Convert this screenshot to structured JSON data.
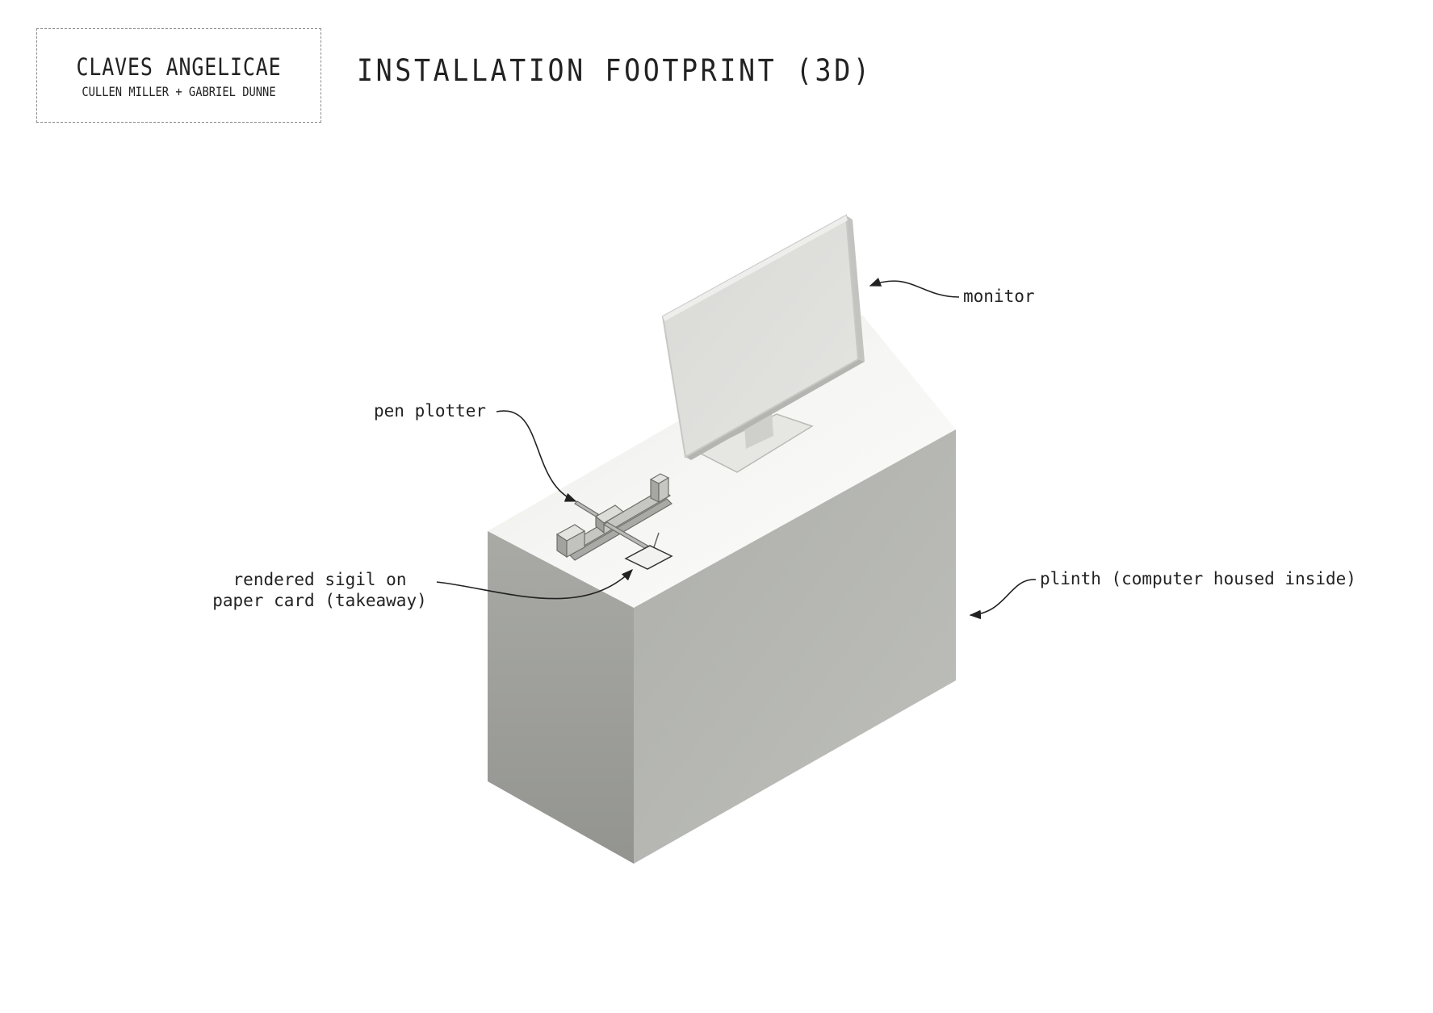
{
  "title_block": {
    "project": "CLAVES ANGELICAE",
    "authors": "CULLEN MILLER + GABRIEL DUNNE"
  },
  "sheet_title": "INSTALLATION FOOTPRINT (3D)",
  "callouts": {
    "monitor": "monitor",
    "pen_plotter": "pen plotter",
    "sigil_line1": "rendered sigil on",
    "sigil_line2": "paper card (takeaway)",
    "plinth": "plinth (computer housed inside)"
  },
  "colors": {
    "plinth_top": "#f4f4f2",
    "plinth_left": "#9c9d98",
    "plinth_right": "#b7b8b4",
    "line": "#222222",
    "frame": "#8a8a8a"
  }
}
